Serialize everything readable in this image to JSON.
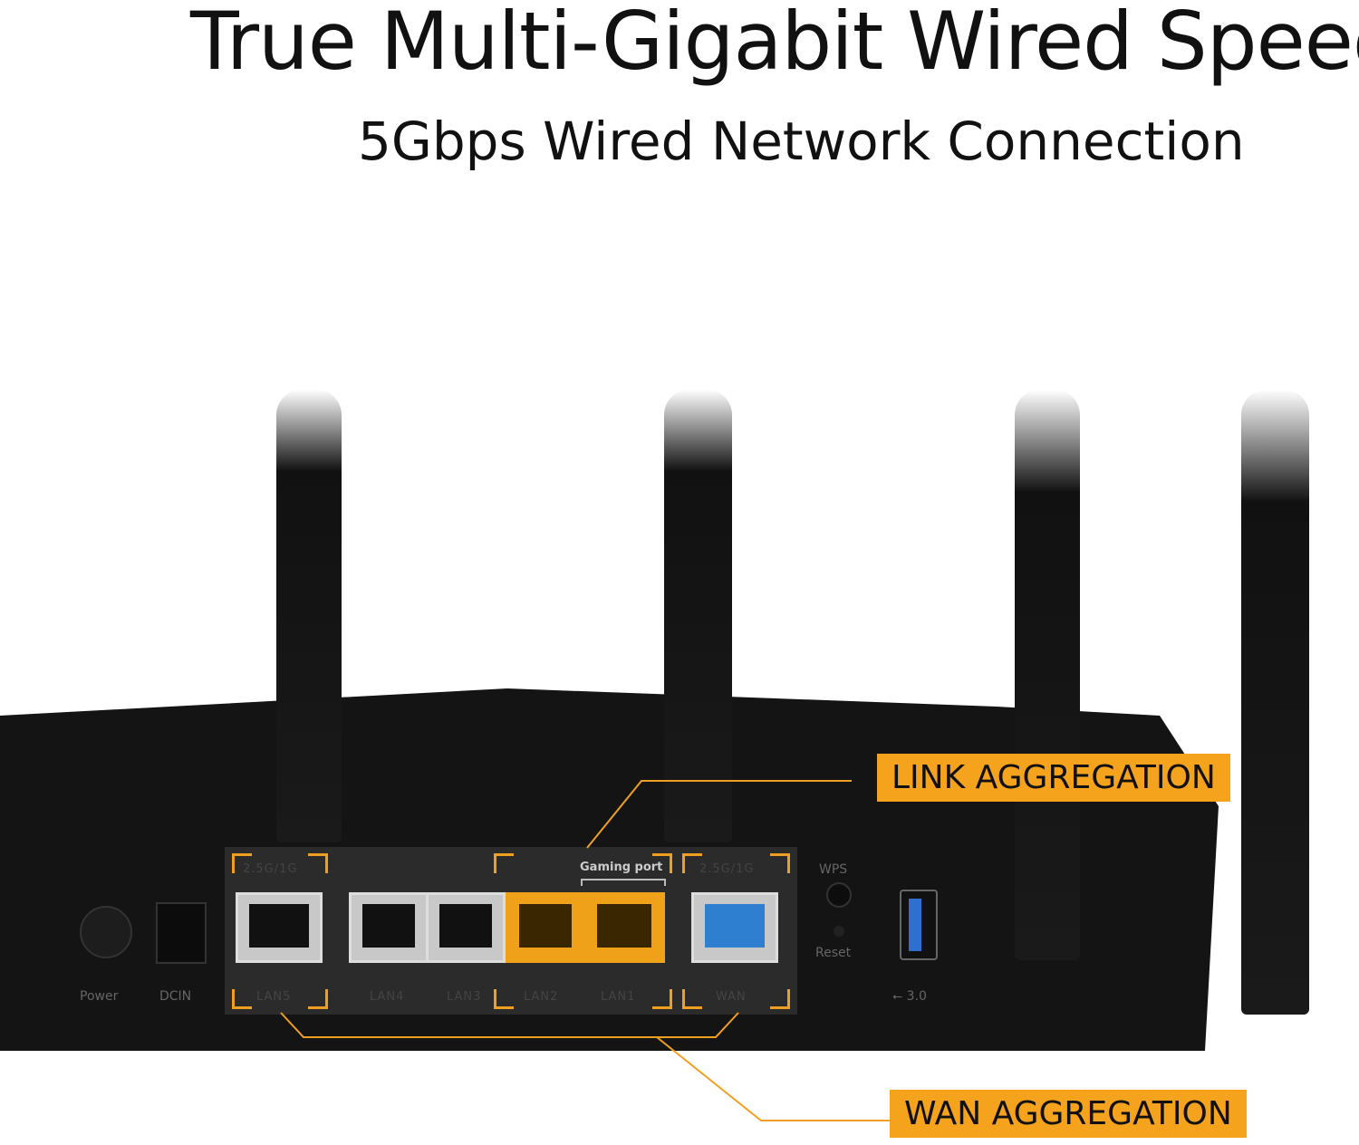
{
  "header": {
    "title": "True Multi-Gigabit Wired Speed",
    "subtitle": "5Gbps Wired Network Connection"
  },
  "router": {
    "left_labels": {
      "power": "Power",
      "dcin": "DCIN"
    },
    "speed_labels": [
      "2.5G/1G",
      "2.5G/1G"
    ],
    "gaming_port": "Gaming port",
    "ports": [
      "LAN5",
      "LAN4",
      "LAN3",
      "LAN2",
      "LAN1",
      "WAN"
    ],
    "wps": "WPS",
    "reset": "Reset",
    "usb": "3.0"
  },
  "callouts": {
    "link": "LINK AGGREGATION",
    "wan": "WAN AGGREGATION"
  },
  "colors": {
    "accent": "#f5a21c",
    "wan_port": "#2f7fd0",
    "gaming_port": "#f0a11a"
  }
}
